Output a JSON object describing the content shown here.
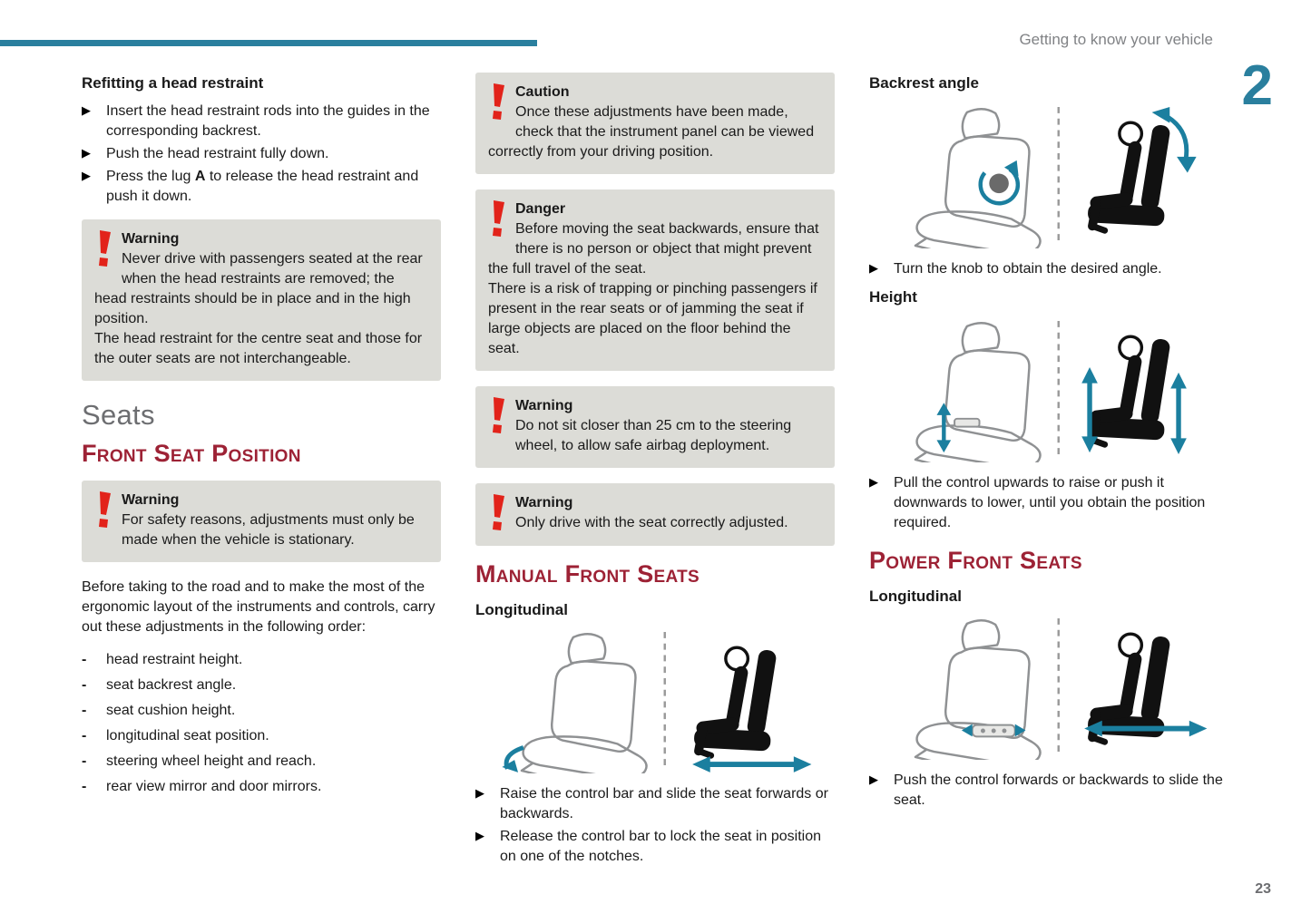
{
  "colors": {
    "accent_teal": "#2a7f9e",
    "heading_red": "#9d2235",
    "warning_red": "#e2231a",
    "notice_bg": "#dcdcd7"
  },
  "glyphs": {
    "triangle_bullet": "▶",
    "dash_bullet": "-"
  },
  "header": {
    "running_title": "Getting to know your vehicle",
    "chapter_number": "2"
  },
  "footer": {
    "page_number": "23"
  },
  "left": {
    "refitting_title": "Refitting a head restraint",
    "refit_bullets": [
      "Insert the head restraint rods into the guides in the corresponding backrest.",
      "Push the head restraint fully down."
    ],
    "refit_bullet3": {
      "pre": "Press the lug ",
      "bold": "A",
      "post": " to release the head restraint and push it down."
    },
    "warning_head_restraints": {
      "label": "Warning",
      "line1": "Never drive with passengers seated at the rear when the head restraints are removed; the head restraints should be in place and in the high position.",
      "line2": "The head restraint for the centre seat and those for the outer seats are not interchangeable."
    },
    "seats_title": "Seats",
    "front_seat_position_title": "Front Seat Position",
    "warning_stationary": {
      "label": "Warning",
      "line1": "For safety reasons, adjustments must only be made when the vehicle is stationary."
    },
    "intro_text": "Before taking to the road and to make the most of the ergonomic layout of the instruments and controls, carry out these adjustments in the following order:",
    "adjustment_order": [
      "head restraint height.",
      "seat backrest angle.",
      "seat cushion height.",
      "longitudinal seat position.",
      "steering wheel height and reach.",
      "rear view mirror and door mirrors."
    ]
  },
  "middle": {
    "caution": {
      "label": "Caution",
      "line1": "Once these adjustments have been made, check that the instrument panel can be viewed correctly from your driving position."
    },
    "danger": {
      "label": "Danger",
      "line1": "Before moving the seat backwards, ensure that there is no person or object that might prevent the full travel of the seat.",
      "line2": "There is a risk of trapping or pinching passengers if present in the rear seats or of jamming the seat if large objects are placed on the floor behind the seat."
    },
    "warning_distance": {
      "label": "Warning",
      "line1": "Do not sit closer than 25 cm to the steering wheel, to allow safe airbag deployment."
    },
    "warning_adjusted": {
      "label": "Warning",
      "line1": "Only drive with the seat correctly adjusted."
    },
    "manual_front_seats_title": "Manual Front Seats",
    "longitudinal_label": "Longitudinal",
    "manual_bullets": [
      "Raise the control bar and slide the seat forwards or backwards.",
      "Release the control bar to lock the seat in position on one of the notches."
    ]
  },
  "right": {
    "backrest_angle_title": "Backrest angle",
    "backrest_angle_bullet": "Turn the knob to obtain the desired angle.",
    "height_title": "Height",
    "height_bullet": "Pull the control upwards to raise or push it downwards to lower, until you obtain the position required.",
    "power_front_seats_title": "Power Front Seats",
    "longitudinal_label": "Longitudinal",
    "power_bullet": "Push the control forwards or backwards to slide the seat."
  }
}
